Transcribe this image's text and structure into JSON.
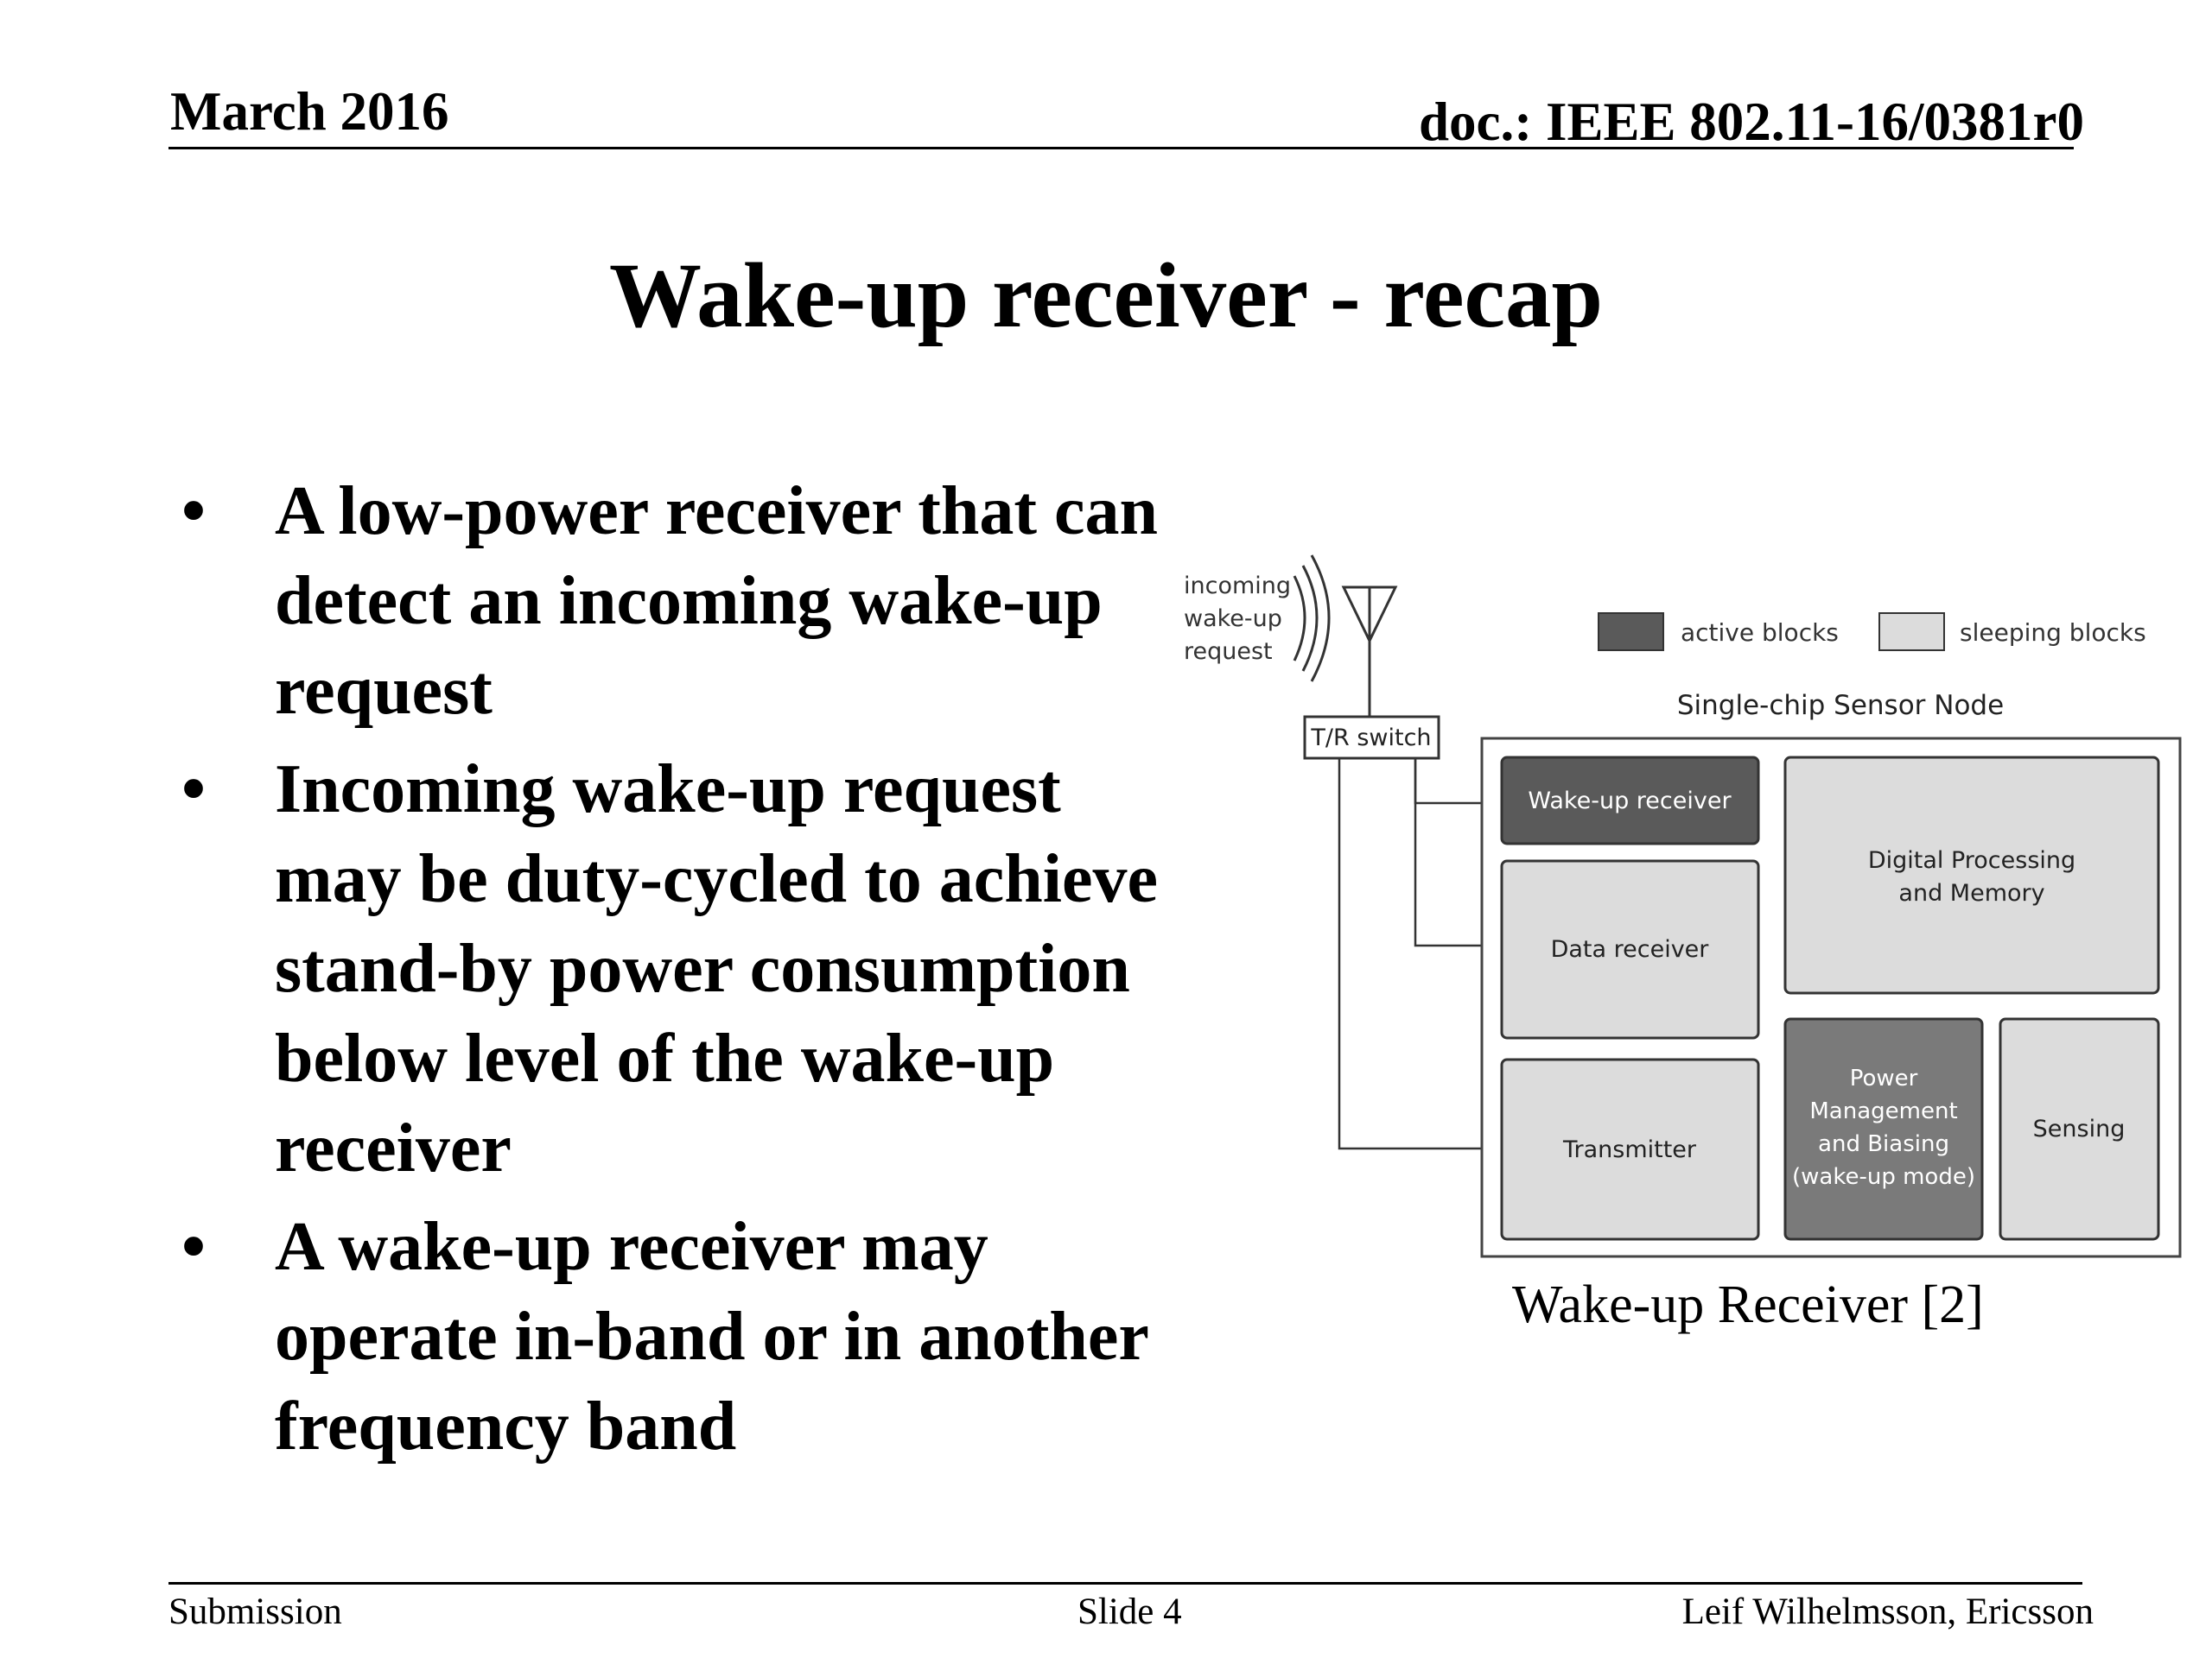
{
  "header": {
    "date": "March 2016",
    "doc": "doc.: IEEE 802.11-16/0381r0"
  },
  "title": "Wake-up receiver - recap",
  "bullets": [
    {
      "marker": "•",
      "text": "A low-power receiver that can detect an incoming wake-up request"
    },
    {
      "marker": "•",
      "text": "Incoming wake-up request may be duty-cycled to achieve stand-by power consumption below level of the wake-up receiver"
    },
    {
      "marker": "•",
      "text": "A wake-up receiver may operate in-band or in another frequency band"
    }
  ],
  "figure": {
    "incoming_line1": "incoming",
    "incoming_line2": "wake-up",
    "incoming_line3": "request",
    "legend_active": "active blocks",
    "legend_sleeping": "sleeping blocks",
    "node_label": "Single-chip Sensor Node",
    "tr_switch": "T/R switch",
    "wakeup_receiver": "Wake-up receiver",
    "data_receiver": "Data receiver",
    "transmitter": "Transmitter",
    "digital_line1": "Digital Processing",
    "digital_line2": "and Memory",
    "power_line1": "Power",
    "power_line2": "Management",
    "power_line3": "and Biasing",
    "power_line4": "(wake-up mode)",
    "sensing": "Sensing",
    "colors": {
      "active": "#5a5a5a",
      "sleeping": "#dcdcdc",
      "power": "#7a7a7a"
    }
  },
  "caption": "Wake-up Receiver [2]",
  "footer": {
    "left": "Submission",
    "center": "Slide 4",
    "right": "Leif Wilhelmsson, Ericsson"
  }
}
